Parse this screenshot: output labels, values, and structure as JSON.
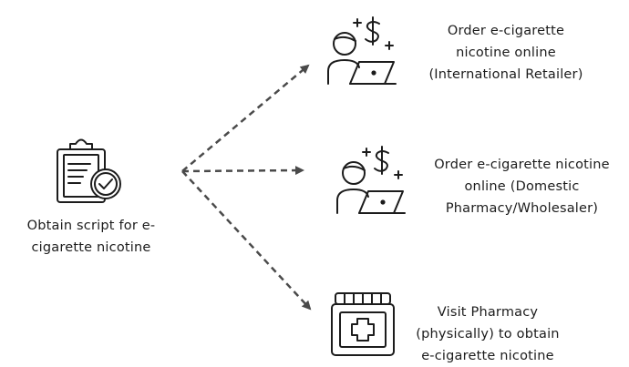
{
  "source": {
    "icon": "clipboard-check-icon",
    "label_lines": [
      "Obtain script for e-",
      "cigarette nicotine"
    ]
  },
  "options": [
    {
      "icon": "person-laptop-dollar-icon",
      "label_lines": [
        "Order e-cigarette",
        "nicotine online",
        "(International  Retailer)"
      ]
    },
    {
      "icon": "person-laptop-dollar-icon",
      "label_lines": [
        "Order e-cigarette nicotine",
        "online (Domestic",
        "Pharmacy/Wholesaler)"
      ]
    },
    {
      "icon": "medicine-jar-cross-icon",
      "label_lines": [
        "Visit Pharmacy",
        "(physically)  to obtain",
        "e-cigarette nicotine"
      ]
    }
  ],
  "colors": {
    "ink": "#1c1c1c",
    "arrow": "#4a4a4a"
  }
}
